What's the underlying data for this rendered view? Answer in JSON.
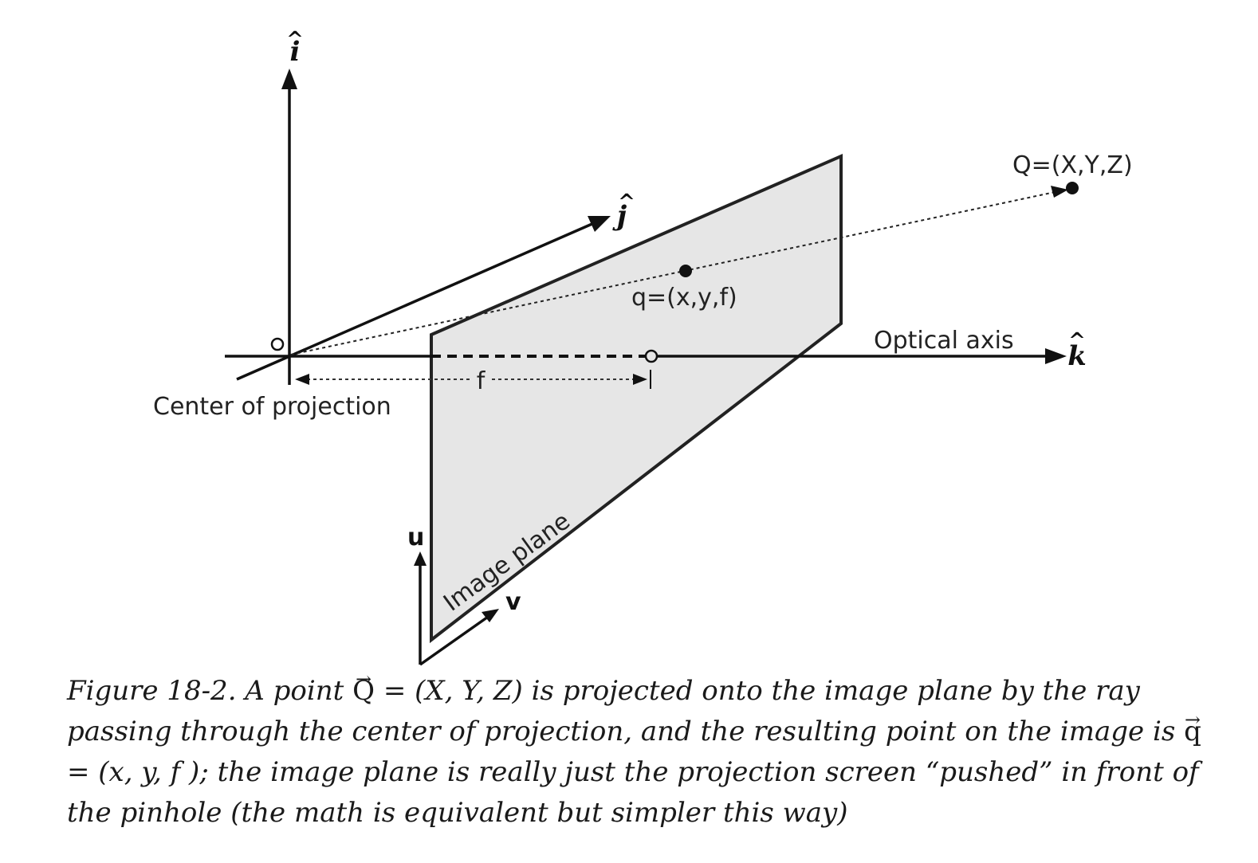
{
  "labels": {
    "axis_i": "i",
    "axis_j": "j",
    "axis_k": "k",
    "point_world": "Q=(X,Y,Z)",
    "point_image": "q=(x,y,f)",
    "optical_axis": "Optical axis",
    "center_of_projection": "Center of projection",
    "focal_length": "f",
    "image_plane": "Image plane",
    "axis_u": "u",
    "axis_v": "v"
  },
  "caption": {
    "lead": "Figure 18-2. A point ",
    "vec_Q": "Q",
    "after_Q": " = (X,  Y,  Z) is projected onto the image plane by the ray passing through the center of projection, and the resulting point on the image is ",
    "vec_q": "q",
    "after_q": " = (x,  y,  f ); the image plane is really just the projection screen “pushed” in front of the pinhole (the math is equivalent but simpler this way)"
  }
}
